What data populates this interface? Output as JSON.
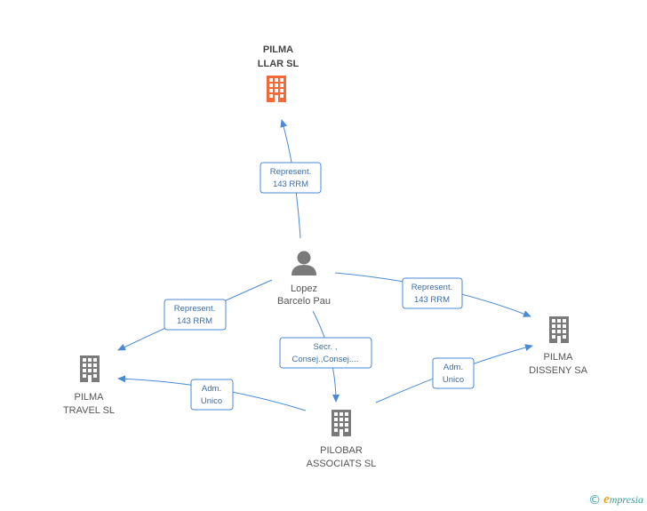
{
  "colors": {
    "edge": "#4a8ad4",
    "building": "#7a7a7a",
    "highlight": "#f26a38",
    "person": "#7a7a7a",
    "labelBorder": "#4a8ad4"
  },
  "nodes": {
    "pilma_llar": {
      "line1": "PILMA",
      "line2": "LLAR SL",
      "icon": "building-icon"
    },
    "person": {
      "line1": "Lopez",
      "line2": "Barcelo Pau",
      "icon": "person-icon"
    },
    "pilma_travel": {
      "line1": "PILMA",
      "line2": "TRAVEL  SL",
      "icon": "building-icon"
    },
    "pilobar": {
      "line1": "PILOBAR",
      "line2": "ASSOCIATS SL",
      "icon": "building-icon"
    },
    "pilma_disseny": {
      "line1": "PILMA",
      "line2": "DISSENY SA",
      "icon": "building-icon"
    }
  },
  "edges": {
    "to_llar": {
      "line1": "Represent.",
      "line2": "143 RRM"
    },
    "to_disseny": {
      "line1": "Represent.",
      "line2": "143 RRM"
    },
    "to_travel": {
      "line1": "Represent.",
      "line2": "143 RRM"
    },
    "to_pilobar": {
      "line1": "Secr. ,",
      "line2": "Consej.,Consej...."
    },
    "pilobar_travel": {
      "line1": "Adm.",
      "line2": "Unico"
    },
    "pilobar_disseny": {
      "line1": "Adm.",
      "line2": "Unico"
    }
  },
  "footer": {
    "copyright": "©",
    "brand_initial": "e",
    "brand_rest": "mpresia"
  }
}
